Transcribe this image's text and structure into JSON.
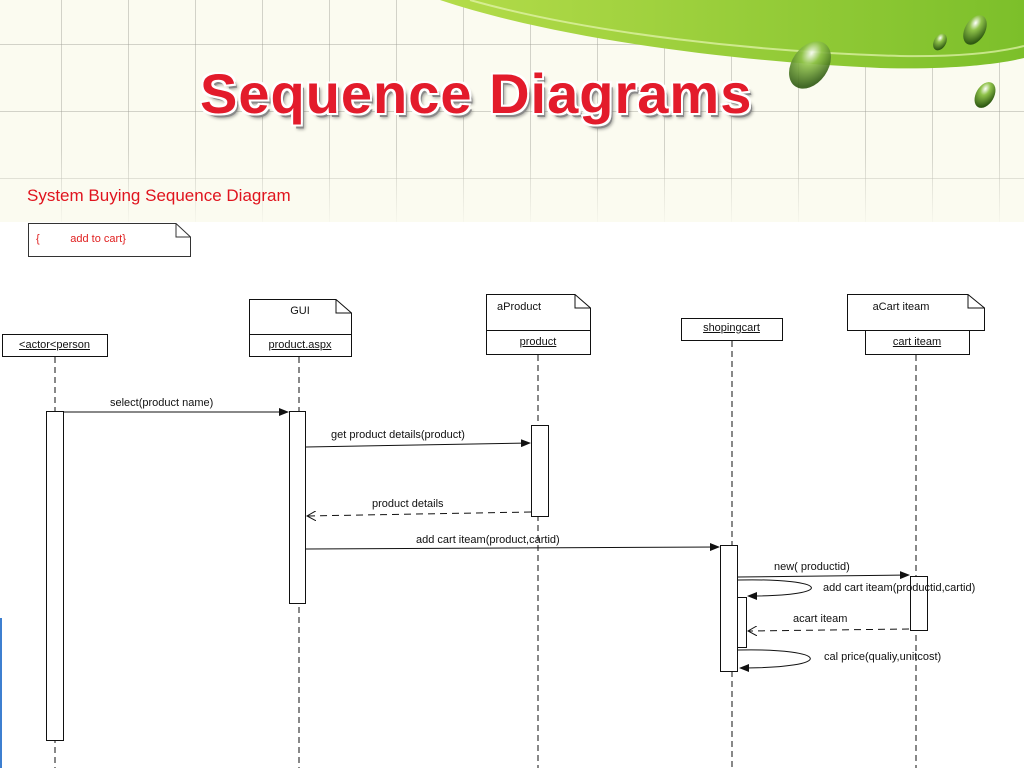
{
  "slide": {
    "title": "Sequence Diagrams",
    "subtitle": "System Buying Sequence Diagram",
    "note": "{          add to cart}"
  },
  "lifelines": [
    {
      "id": "actor",
      "head": "",
      "instance": "<actor<person"
    },
    {
      "id": "gui",
      "head": "GUI",
      "instance": "product.aspx"
    },
    {
      "id": "product",
      "head": "aProduct",
      "instance": "product"
    },
    {
      "id": "cart",
      "head": "",
      "instance": "shopingcart"
    },
    {
      "id": "cartitem",
      "head": "aCart iteam",
      "instance": "cart iteam"
    }
  ],
  "messages": [
    {
      "from": "actor",
      "to": "gui",
      "label": "select(product name)",
      "style": "sync"
    },
    {
      "from": "gui",
      "to": "product",
      "label": "get product details(product)",
      "style": "sync"
    },
    {
      "from": "product",
      "to": "gui",
      "label": "product details",
      "style": "return"
    },
    {
      "from": "gui",
      "to": "cart",
      "label": "add cart iteam(product,cartid)",
      "style": "sync"
    },
    {
      "from": "cart",
      "to": "cartitem",
      "label": "new( productid)",
      "style": "sync"
    },
    {
      "from": "cart",
      "to": "cart",
      "label": "add cart iteam(productid,cartid)",
      "style": "self"
    },
    {
      "from": "cartitem",
      "to": "cart",
      "label": "acart iteam",
      "style": "return"
    },
    {
      "from": "cart",
      "to": "cart",
      "label": "cal price(qualiy,unitcost)",
      "style": "self"
    }
  ],
  "colors": {
    "title": "#e31b2b",
    "subtitle": "#e0141e",
    "header_accent": "#8cc63f",
    "line": "#111111"
  }
}
